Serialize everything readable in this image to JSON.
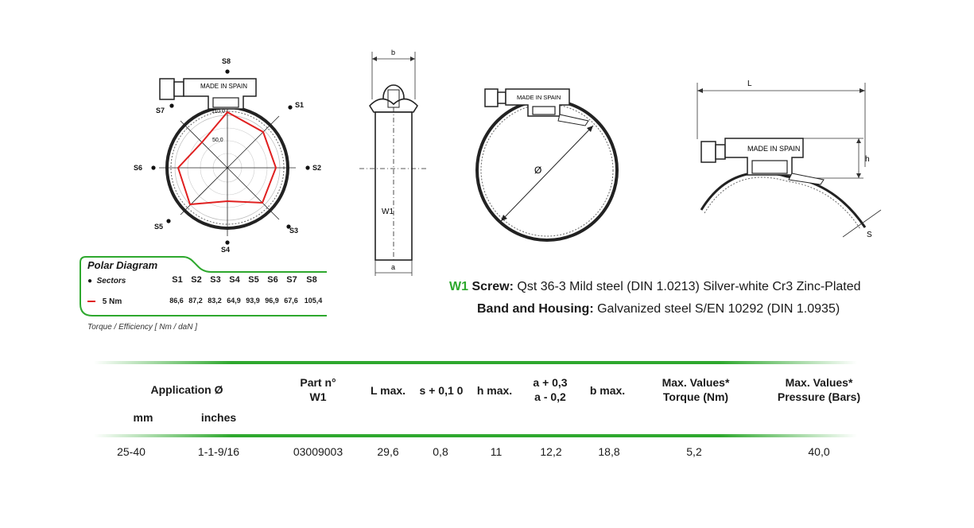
{
  "polar": {
    "sectors": [
      "S8",
      "S1",
      "S2",
      "S3",
      "S4",
      "S5",
      "S6",
      "S7"
    ],
    "scale_labels": [
      "110,0",
      "50,0"
    ],
    "clamp_label": "MADE IN SPAIN"
  },
  "legend": {
    "title": "Polar Diagram",
    "sectors_label": "Sectors",
    "series_label": "5 Nm",
    "headers": [
      "S1",
      "S2",
      "S3",
      "S4",
      "S5",
      "S6",
      "S7",
      "S8"
    ],
    "values": [
      "86,6",
      "87,2",
      "83,2",
      "64,9",
      "93,9",
      "96,9",
      "67,6",
      "105,4"
    ],
    "caption": "Torque / Efficiency [ Nm / daN ]",
    "series_color": "#e02020",
    "accent_color": "#2ea82e"
  },
  "drawings": {
    "side": {
      "b": "b",
      "w1": "W1",
      "a": "a"
    },
    "front": {
      "diameter": "Ø",
      "clamp_label": "MADE IN SPAIN"
    },
    "detail": {
      "L": "L",
      "h": "h",
      "S": "S",
      "clamp_label": "MADE IN SPAIN"
    }
  },
  "specs": {
    "line1": {
      "tag": "W1",
      "label": "Screw:",
      "text": "Qst 36-3 Mild steel (DIN 1.0213) Silver-white Cr3 Zinc-Plated"
    },
    "line2": {
      "label": "Band and Housing:",
      "text": "Galvanized steel S/EN 10292 (DIN 1.0935)"
    }
  },
  "table": {
    "headers": {
      "application": "Application Ø",
      "mm": "mm",
      "inches": "inches",
      "part_1": "Part n°",
      "part_2": "W1",
      "l_max": "L max.",
      "s": "s + 0,1 0",
      "h_max": "h max.",
      "a_1": "a + 0,3",
      "a_2": "a - 0,2",
      "b_max": "b max.",
      "torque_1": "Max. Values*",
      "torque_2": "Torque (Nm)",
      "pressure_1": "Max. Values*",
      "pressure_2": "Pressure (Bars)"
    },
    "row": {
      "mm": "25-40",
      "inches": "1-1-9/16",
      "part": "03009003",
      "l_max": "29,6",
      "s": "0,8",
      "h_max": "11",
      "a": "12,2",
      "b_max": "18,8",
      "torque": "5,2",
      "pressure": "40,0"
    }
  }
}
